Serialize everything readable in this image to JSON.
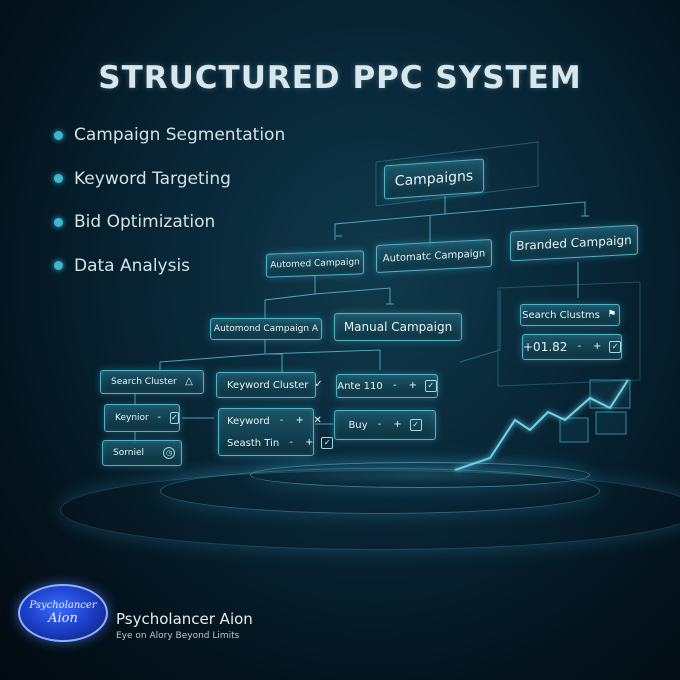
{
  "title": "STRUCTURED PPC SYSTEM",
  "bullets": [
    "Campaign Segmentation",
    "Keyword Targeting",
    "Bid Optimization",
    "Data Analysis"
  ],
  "nodes": {
    "campaigns": "Campaigns",
    "autonomed_campaign": "Automed Campaign",
    "automatic_campaign": "Automatc Campaign",
    "branded_campaign": "Branded Campaign",
    "automond_campaign_a": "Automond Campaign A",
    "manual_campaign": "Manual Campaign",
    "search_clustms": "Search Clustms",
    "bid_value": "+01.82",
    "search_cluster": "Search Cluster",
    "keyword_cluster": "Keyword Cluster",
    "ante_110": "Ante 110",
    "keynior": "Keynior",
    "keyword": "Keyword",
    "seasth_tin": "Seasth Tin",
    "buy": "Buy",
    "sorniel": "Sorniel"
  },
  "icons": {
    "plus": "+",
    "minus": "-",
    "check_box": "check-box-icon",
    "flag": "flag-icon",
    "triangle": "triangle-icon",
    "bird": "bird-icon",
    "cross": "cross-icon",
    "clock": "clock-icon"
  },
  "brand": {
    "logo_line1": "Psycholancer",
    "logo_line2": "Aion",
    "name": "Psycholancer Aion",
    "tagline": "Eye on Alory Beyond Limits"
  },
  "colors": {
    "accent": "#3fb6cf",
    "node_border": "#4fb4c8",
    "background": "#082636",
    "logo_blue": "#1b3fc7"
  }
}
